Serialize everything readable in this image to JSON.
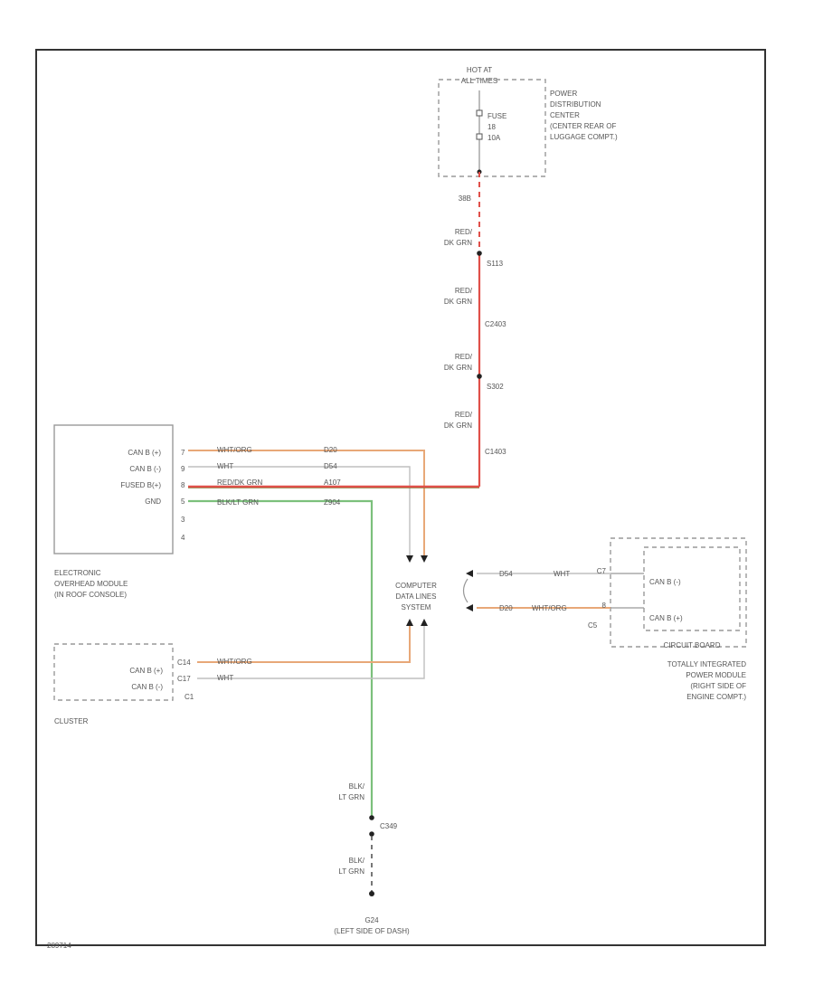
{
  "colors": {
    "red_wire": "#e0504a",
    "orange_wire": "#e8a878",
    "green_wire": "#7cc07c",
    "gray_wire": "#bfbfbf",
    "frame": "#333333"
  },
  "components": {
    "pdc": {
      "hot_label_1": "HOT AT",
      "hot_label_2": "ALL TIMES",
      "fuse_line1": "FUSE",
      "fuse_line2": "18",
      "fuse_line3": "10A",
      "desc": [
        "POWER",
        "DISTRIBUTION",
        "CENTER",
        "(CENTER REAR OF",
        "LUGGAGE COMPT.)"
      ],
      "pin": "38B"
    },
    "overhead_module": {
      "pins": [
        {
          "name": "CAN B (+)",
          "num": "7"
        },
        {
          "name": "CAN B (-)",
          "num": "9"
        },
        {
          "name": "FUSED B(+)",
          "num": "8"
        },
        {
          "name": "GND",
          "num": "5"
        },
        {
          "name": "",
          "num": "3"
        },
        {
          "name": "",
          "num": "4"
        }
      ],
      "desc": [
        "ELECTRONIC",
        "OVERHEAD MODULE",
        "(IN ROOF CONSOLE)"
      ]
    },
    "cluster": {
      "pins": [
        {
          "name": "CAN B (+)",
          "num": "C14"
        },
        {
          "name": "CAN B (-)",
          "num": "C17"
        }
      ],
      "connector": "C1",
      "desc": "CLUSTER"
    },
    "computer_data_lines": [
      "COMPUTER",
      "DATA LINES",
      "SYSTEM"
    ],
    "tipm": {
      "pins": [
        {
          "name": "CAN B (-)",
          "num": "C7"
        },
        {
          "name": "CAN B (+)",
          "num": "8"
        }
      ],
      "connector": "C5",
      "board_label": "CIRCUIT BOARD",
      "desc": [
        "TOTALLY INTEGRATED",
        "POWER MODULE",
        "(RIGHT SIDE OF",
        "ENGINE COMPT.)"
      ]
    },
    "ground": {
      "id": "G24",
      "desc": "(LEFT SIDE OF DASH)"
    }
  },
  "wires": {
    "red_segments": [
      {
        "color": "RED/",
        "color2": "DK GRN",
        "splice": "S113"
      },
      {
        "color": "RED/",
        "color2": "DK GRN",
        "splice": "C2403"
      },
      {
        "color": "RED/",
        "color2": "DK GRN",
        "splice": "S302"
      },
      {
        "color": "RED/",
        "color2": "DK GRN",
        "splice": "C1403"
      }
    ],
    "module_wires": [
      {
        "color": "WHT/ORG",
        "circuit": "D20"
      },
      {
        "color": "WHT",
        "circuit": "D54"
      },
      {
        "color": "RED/DK GRN",
        "circuit": "A107"
      },
      {
        "color": "BLK/LT GRN",
        "circuit": "Z904"
      }
    ],
    "cluster_wires": [
      {
        "color": "WHT/ORG"
      },
      {
        "color": "WHT"
      }
    ],
    "tipm_wires": [
      {
        "circuit": "D54",
        "color": "WHT"
      },
      {
        "circuit": "D20",
        "color": "WHT/ORG"
      }
    ],
    "ground_segments": [
      {
        "color": "BLK/",
        "color2": "LT GRN",
        "splice": "C349"
      },
      {
        "color": "BLK/",
        "color2": "LT GRN"
      }
    ]
  },
  "footer_code": "289714"
}
